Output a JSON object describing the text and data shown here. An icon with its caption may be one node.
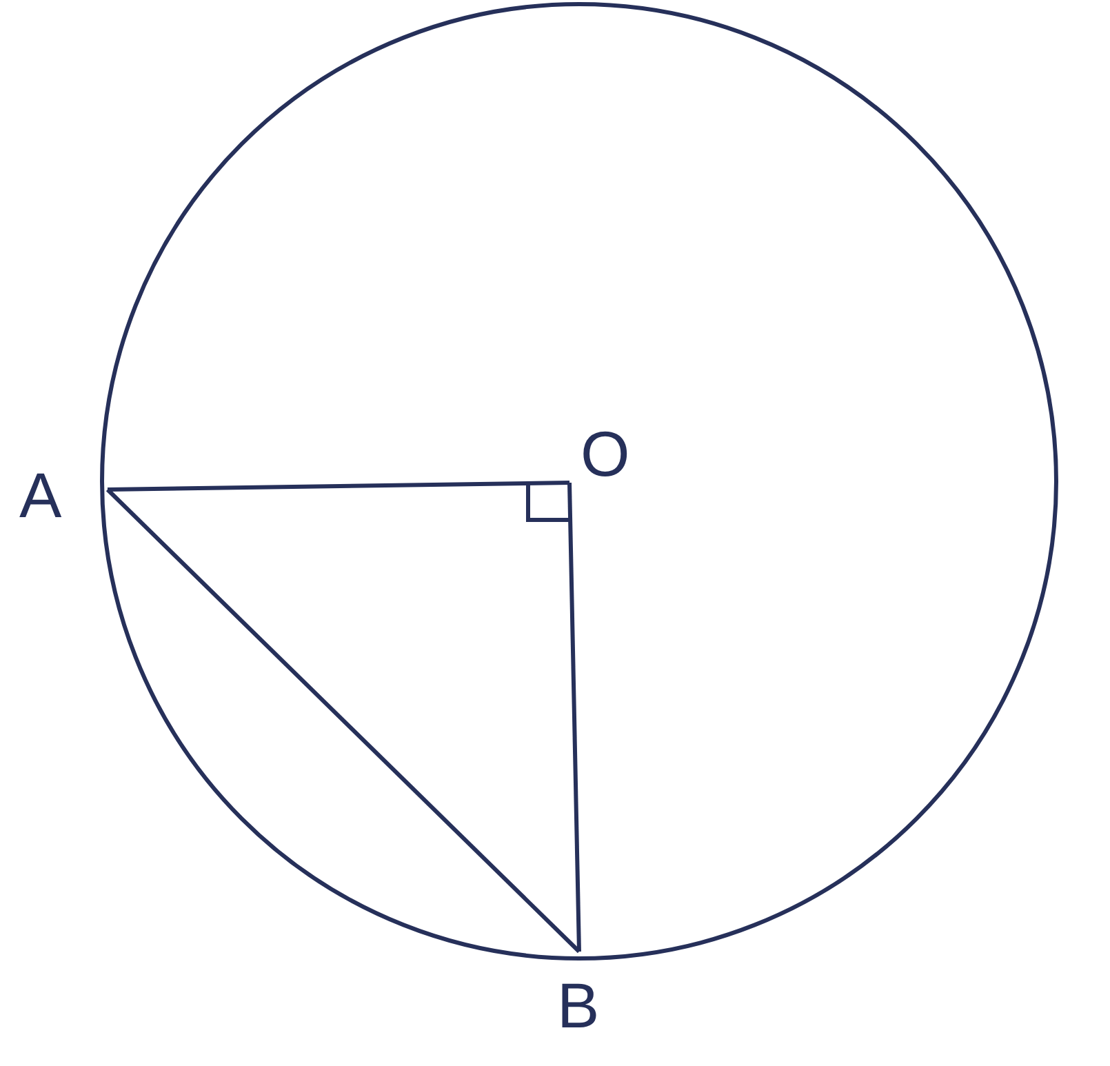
{
  "diagram": {
    "nodes": [
      {
        "text": [
          "O"
        ]
      },
      {
        "text": [
          "A"
        ]
      },
      {
        "text": [
          "B"
        ]
      }
    ],
    "edges": [
      {
        "from": 1,
        "to": 0,
        "arrow": "none"
      },
      {
        "from": 0,
        "to": 2,
        "arrow": "none"
      },
      {
        "from": 1,
        "to": 2,
        "arrow": "none"
      }
    ]
  }
}
